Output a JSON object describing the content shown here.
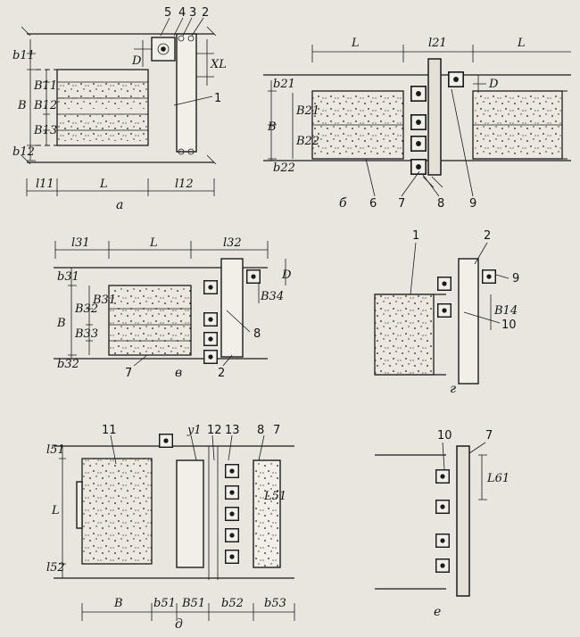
{
  "panels": {
    "a": {
      "caption": "а",
      "dims": {
        "b11": "b11",
        "B": "B",
        "B11": "B11",
        "B12": "B12",
        "B13": "B13",
        "b12": "b12",
        "l11": "l11",
        "L": "L",
        "l12": "l12",
        "D": "D",
        "XL": "XL"
      },
      "callouts": [
        "5",
        "4",
        "3",
        "2",
        "1"
      ]
    },
    "b": {
      "caption": "б",
      "dims": {
        "L1": "L",
        "l21": "l21",
        "L2": "L",
        "D": "D",
        "b21": "b21",
        "B": "B",
        "B21": "B21",
        "B22": "B22",
        "b22": "b22"
      },
      "callouts": [
        "6",
        "7",
        "8",
        "9"
      ]
    },
    "v": {
      "caption": "в",
      "dims": {
        "l31": "l31",
        "L": "L",
        "l32": "l32",
        "b31": "b31",
        "B": "B",
        "B32": "B32",
        "B31": "B31",
        "B33": "B33",
        "b32": "b32",
        "B34": "B34",
        "D": "D"
      },
      "callouts": [
        "8",
        "7",
        "2"
      ]
    },
    "g": {
      "caption": "г",
      "dims": {
        "B14": "B14"
      },
      "callouts": [
        "1",
        "2",
        "9",
        "10"
      ]
    },
    "d": {
      "caption": "д",
      "dims": {
        "l51": "l51",
        "L": "L",
        "l52": "l52",
        "B": "B",
        "b51": "b51",
        "B51": "B51",
        "b52": "b52",
        "b53": "b53",
        "y1": "y1",
        "L51": "L51"
      },
      "callouts": [
        "11",
        "12",
        "13",
        "8",
        "7"
      ]
    },
    "e": {
      "caption": "е",
      "dims": {
        "L61": "L61"
      },
      "callouts": [
        "10",
        "7"
      ]
    }
  }
}
